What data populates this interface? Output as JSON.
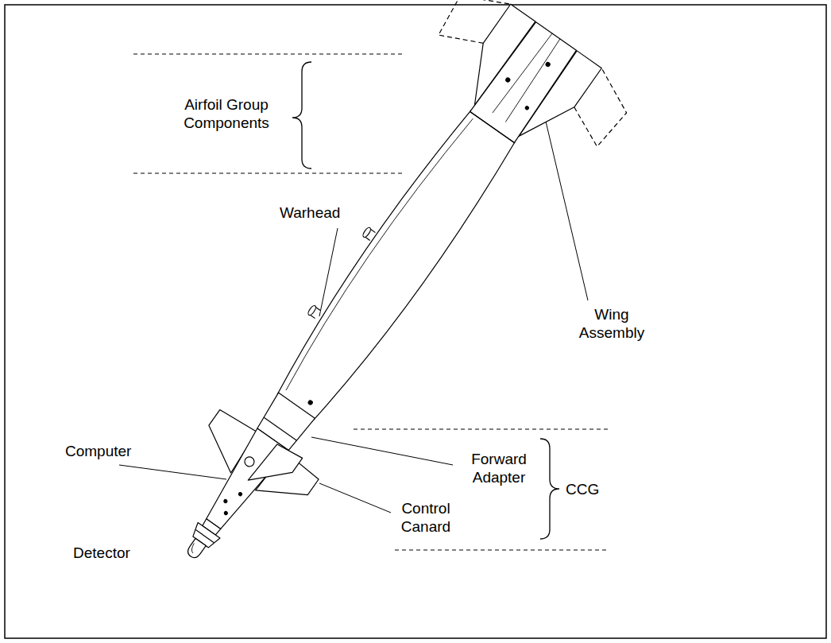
{
  "diagram": {
    "labels": [
      "Airfoil Group Components",
      "Warhead",
      "Wing Assembly",
      "Computer",
      "Forward Adapter",
      "Control Canard",
      "CCG",
      "Detector"
    ]
  }
}
